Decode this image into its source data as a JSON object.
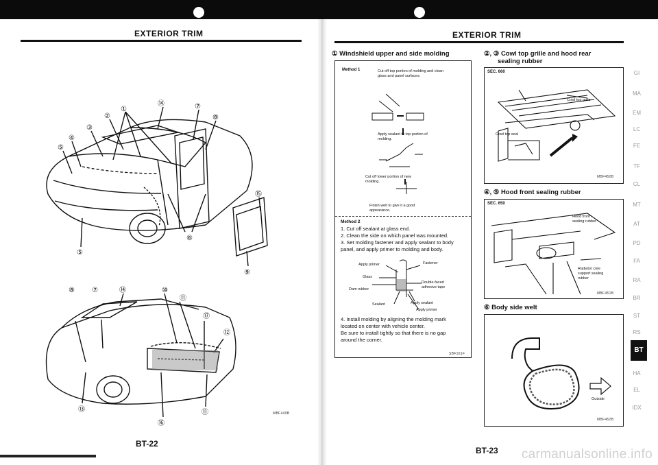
{
  "header": {
    "left": "EXTERIOR TRIM",
    "right": "EXTERIOR TRIM"
  },
  "left_page": {
    "callouts_top": [
      "①",
      "②",
      "③",
      "④",
      "⑤",
      "⑦",
      "⑭",
      "⑧",
      "⑮",
      "⑥",
      "⑤",
      "⑨"
    ],
    "callouts_bottom": [
      "⑧",
      "⑦",
      "⑭",
      "⑩",
      "⑪",
      "⑰",
      "⑫",
      "⑬",
      "⑯",
      "⑪"
    ],
    "code": "MBF449B",
    "page_number": "BT-22"
  },
  "windshield": {
    "title": "① Windshield upper and side molding",
    "method1_label": "Method 1",
    "m1_text1": "Cut off top portion of molding and clean glass and panel surfaces.",
    "m1_text2": "Apply sealant to top portion of molding.",
    "m1_text3": "Cut off lower portion of new molding.",
    "m1_text4": "Finish welt to give it a good appearance.",
    "method2_label": "Method 2",
    "steps": [
      "1.  Cut off sealant at glass end.",
      "2.  Clean the side on which panel was mounted.",
      "3.  Set molding fastener and apply sealant to body",
      "     panel, and apply primer to molding and body."
    ],
    "diagram_labels": {
      "apply_primer": "Apply primer",
      "fastener": "Fastener",
      "glass": "Glass",
      "dam_rubber": "Dam rubber",
      "double_faced": "Double-faced",
      "adhesive_tape": "adhesive tape",
      "sealant": "Sealant",
      "apply_sealant": "Apply sealant",
      "apply_primer2": "Apply primer"
    },
    "step4": [
      "4.  Install molding by aligning the molding mark",
      "     located on center with vehicle center.",
      "     Be sure to install tightly so that there is no gap",
      "     around the corner."
    ],
    "code": "SBF161F"
  },
  "cowl": {
    "title_line1": "②, ③  Cowl top grille and hood rear",
    "title_line2": "sealing rubber",
    "sec": "SEC. 660",
    "label_grille": "Cowl top grille",
    "label_seal": "Cowl top seal",
    "code": "MBF450B"
  },
  "hood": {
    "title": "④, ⑤  Hood front sealing rubber",
    "sec": "SEC. 650",
    "label_hood1": "Hood front",
    "label_hood2": "sealing rubber",
    "label_rad1": "Radiator core",
    "label_rad2": "support sealing",
    "label_rad3": "rubber",
    "code": "MBF451B"
  },
  "welt": {
    "title": "⑥  Body side welt",
    "label_outside": "Outside",
    "code": "MBF452B"
  },
  "right_page": {
    "page_number": "BT-23"
  },
  "sidebar_tabs": [
    "GI",
    "MA",
    "EM",
    "LC",
    "FE",
    "TF",
    "CL",
    "MT",
    "AT",
    "PD",
    "FA",
    "RA",
    "BR",
    "ST",
    "RS",
    "BT",
    "HA",
    "EL",
    "IDX"
  ],
  "active_tab": "BT",
  "watermark": "carmanualsonline.info"
}
